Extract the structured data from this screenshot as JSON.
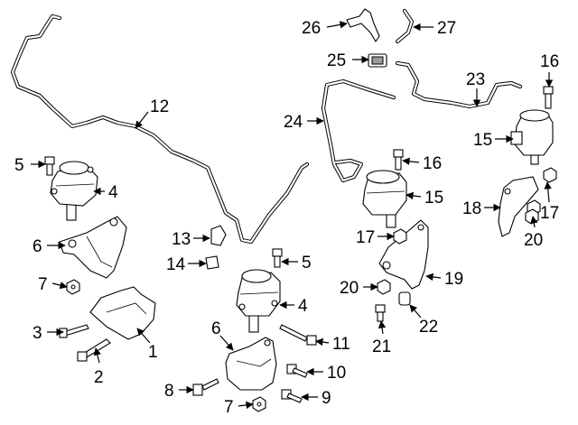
{
  "diagram": {
    "callouts": [
      {
        "id": "c1",
        "text": "1"
      },
      {
        "id": "c2",
        "text": "2"
      },
      {
        "id": "c3",
        "text": "3"
      },
      {
        "id": "c4a",
        "text": "4"
      },
      {
        "id": "c4b",
        "text": "4"
      },
      {
        "id": "c5a",
        "text": "5"
      },
      {
        "id": "c5b",
        "text": "5"
      },
      {
        "id": "c6a",
        "text": "6"
      },
      {
        "id": "c6b",
        "text": "6"
      },
      {
        "id": "c7a",
        "text": "7"
      },
      {
        "id": "c7b",
        "text": "7"
      },
      {
        "id": "c8",
        "text": "8"
      },
      {
        "id": "c9",
        "text": "9"
      },
      {
        "id": "c10",
        "text": "10"
      },
      {
        "id": "c11",
        "text": "11"
      },
      {
        "id": "c12",
        "text": "12"
      },
      {
        "id": "c13",
        "text": "13"
      },
      {
        "id": "c14",
        "text": "14"
      },
      {
        "id": "c15a",
        "text": "15"
      },
      {
        "id": "c15b",
        "text": "15"
      },
      {
        "id": "c16a",
        "text": "16"
      },
      {
        "id": "c16b",
        "text": "16"
      },
      {
        "id": "c17a",
        "text": "17"
      },
      {
        "id": "c17b",
        "text": "17"
      },
      {
        "id": "c18",
        "text": "18"
      },
      {
        "id": "c19",
        "text": "19"
      },
      {
        "id": "c20a",
        "text": "20"
      },
      {
        "id": "c20b",
        "text": "20"
      },
      {
        "id": "c21",
        "text": "21"
      },
      {
        "id": "c22",
        "text": "22"
      },
      {
        "id": "c23",
        "text": "23"
      },
      {
        "id": "c24",
        "text": "24"
      },
      {
        "id": "c25",
        "text": "25"
      },
      {
        "id": "c26",
        "text": "26"
      },
      {
        "id": "c27",
        "text": "27"
      }
    ]
  }
}
